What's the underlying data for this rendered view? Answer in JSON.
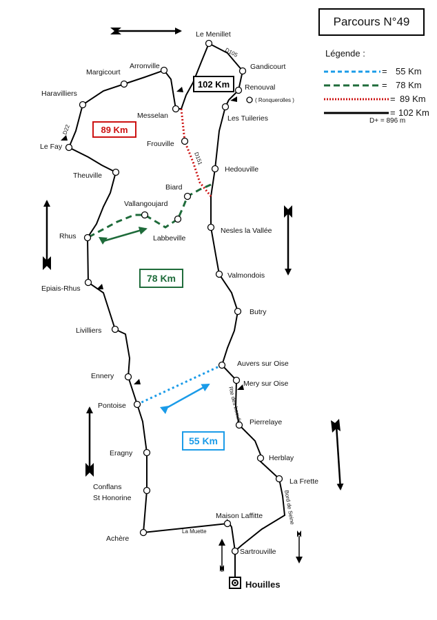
{
  "title": "Parcours N°49",
  "legend": {
    "title": "Légende :",
    "items": [
      {
        "distance": "55 Km",
        "color": "#1a9be8",
        "style": "dashed"
      },
      {
        "distance": "78 Km",
        "color": "#1e6b3a",
        "style": "dashed"
      },
      {
        "distance": "89 Km",
        "color": "#cc1111",
        "style": "dotted"
      },
      {
        "distance": "102 Km",
        "color": "#000000",
        "style": "solid"
      }
    ],
    "eq": "=",
    "elevation": "D+ = 896 m"
  },
  "badges": {
    "b102": "102 Km",
    "b89": "89 Km",
    "b78": "78 Km",
    "b55": "55 Km"
  },
  "towns": {
    "le_menillet": "Le Menillet",
    "gandicourt": "Gandicourt",
    "renouval": "Renouval",
    "ronquerolles": "( Ronquerolles )",
    "les_tuileries": "Les Tuileries",
    "arronville": "Arronville",
    "margicourt": "Margicourt",
    "haravilliers": "Haravilliers",
    "messelan": "Messelan",
    "frouville": "Frouville",
    "le_fay": "Le Fay",
    "theuville": "Theuville",
    "hedouville": "Hedouville",
    "biard": "Biard",
    "vallangoujard": "Vallangoujard",
    "rhus": "Rhus",
    "labbeville": "Labbeville",
    "nesles": "Nesles la Vallée",
    "epiais": "Epiais-Rhus",
    "valmondois": "Valmondois",
    "butry": "Butry",
    "livilliers": "Livilliers",
    "auvers": "Auvers sur Oise",
    "ennery": "Ennery",
    "mery": "Mery sur Oise",
    "pontoise": "Pontoise",
    "pierrelaye": "Pierrelaye",
    "eragny": "Eragny",
    "herblay": "Herblay",
    "la_frette": "La Frette",
    "conflans_1": "Conflans",
    "conflans_2": "St Honorine",
    "maison_laffitte": "Maison Laffitte",
    "achere": "Achère",
    "la_muette": "La Muette",
    "sartrouville": "Sartrouville",
    "houilles": "Houilles"
  },
  "roads": {
    "d105": "D105",
    "d22": "D22",
    "d151": "D151",
    "rte_boeufs": "Rte des boeufs",
    "bord_seine": "Bord de Seine"
  }
}
